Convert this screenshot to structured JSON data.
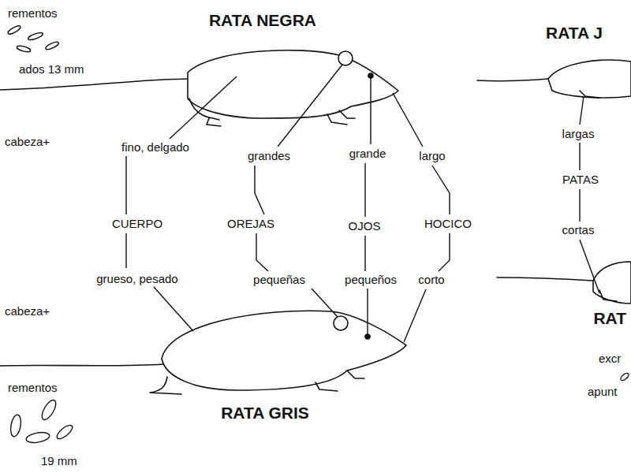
{
  "diagram": {
    "labels": [
      "rementos",
      "ados 13 mm",
      "RATA NEGRA",
      "RATA J",
      "cabeza+",
      "fino, delgado",
      "grandes",
      "grande",
      "largo",
      "largas",
      "PATAS",
      "CUERPO",
      "OREJAS",
      "OJOS",
      "HOCICO",
      "cortas",
      "grueso, pesado",
      "pequeñas",
      "pequeños",
      "corto",
      "RAT",
      "cabeza+",
      "excr",
      "apunt",
      "RATA GRIS",
      "rementos",
      "19 mm"
    ]
  }
}
